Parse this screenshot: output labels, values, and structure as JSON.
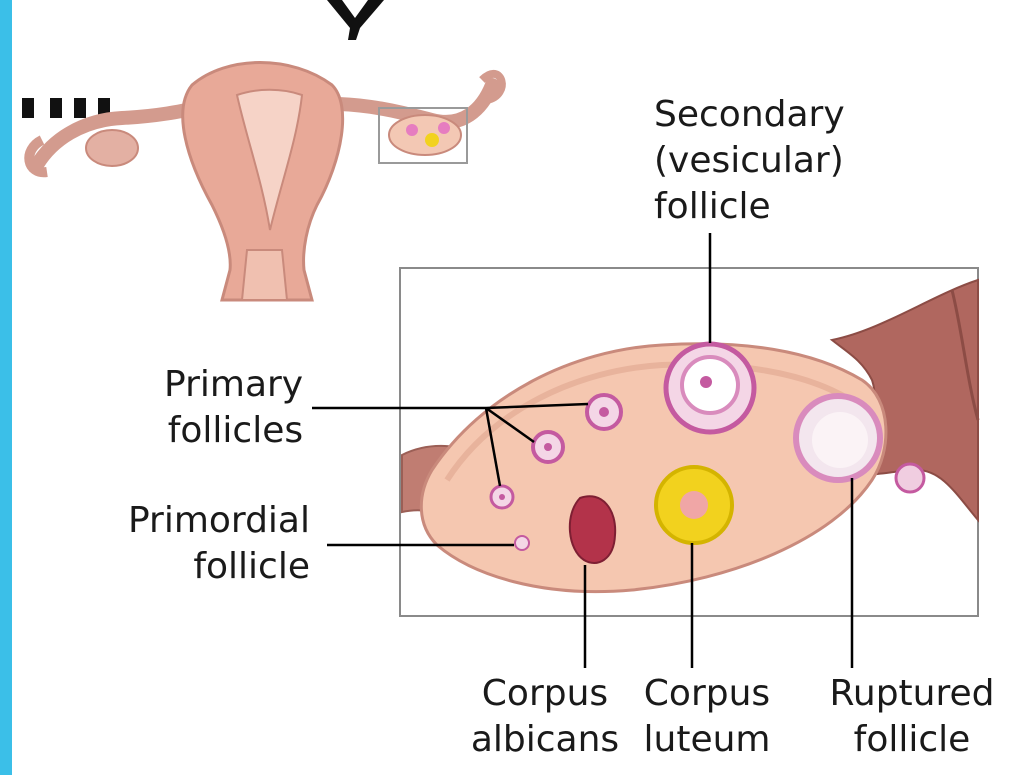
{
  "diagram": {
    "colors": {
      "frame": "#3bbfe8",
      "tissue": "#f3c8b4",
      "tissue_dark": "#c98a7c",
      "tube": "#b26a62",
      "follicle_ring": "#c45aa0",
      "corpus_luteum": "#f2d21e",
      "corpus_albicans": "#b3334a",
      "leader_line": "#000000"
    },
    "labels": {
      "secondary_follicle": "Secondary\n(vesicular)\nfollicle",
      "primary_follicles": "Primary\nfollicles",
      "primordial_follicle": "Primordial\nfollicle",
      "corpus_albicans": "Corpus\nalbicans",
      "corpus_luteum": "Corpus\nluteum",
      "ruptured_follicle": "Ruptured\nfollicle"
    }
  }
}
